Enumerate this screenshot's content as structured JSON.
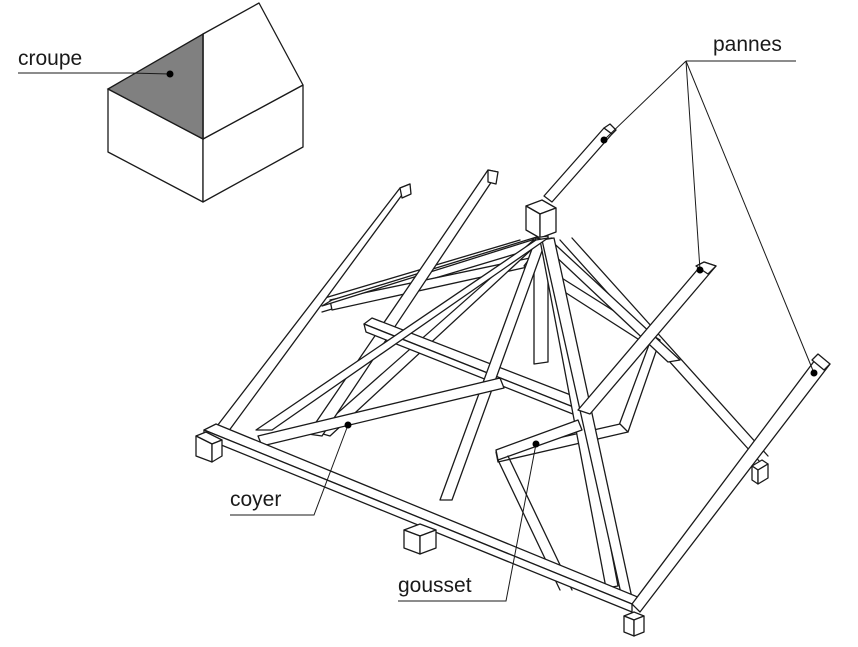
{
  "labels": {
    "croupe": "croupe",
    "pannes": "pannes",
    "coyer": "coyer",
    "gousset": "gousset"
  },
  "colors": {
    "line": "#1a1a1a",
    "croupe_fill": "#808080",
    "background": "#ffffff"
  }
}
